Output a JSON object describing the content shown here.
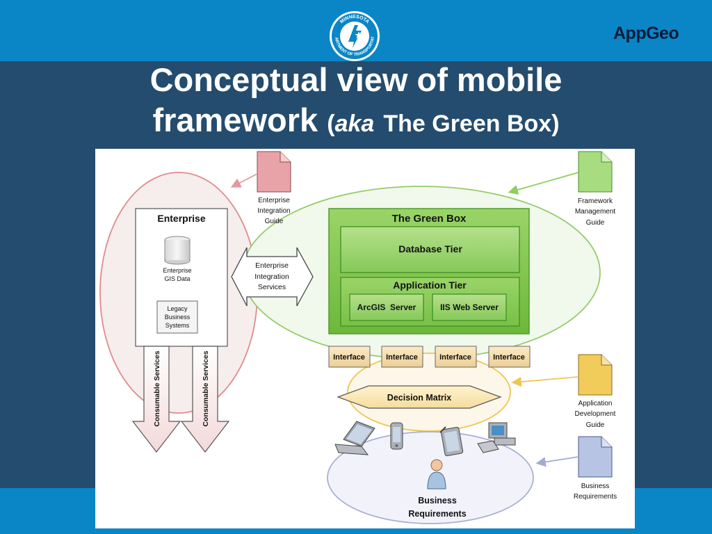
{
  "header": {
    "logo": "AppGeo",
    "seal": {
      "top_text": "MINNESOTA",
      "bottom_text": "DEPARTMENT OF TRANSPORTATION"
    }
  },
  "title": {
    "line1": "Conceptual view of mobile",
    "line2_main": "framework",
    "line2_open": "(",
    "line2_aka": "aka",
    "line2_rest": "The Green Box)"
  },
  "diagram": {
    "enterprise": {
      "title": "Enterprise",
      "gis_data": [
        "Enterprise",
        "GIS Data"
      ],
      "legacy": [
        "Legacy",
        "Business",
        "Systems"
      ],
      "consumable_1": "Consumable Services",
      "consumable_2": "Consumable Services"
    },
    "integration_services": [
      "Enterprise",
      "Integration",
      "Services"
    ],
    "green_box": {
      "title": "The Green Box",
      "database_tier": "Database Tier",
      "application_tier": "Application Tier",
      "arcgis": "ArcGIS  Server",
      "iis": "IIS Web Server"
    },
    "interfaces": [
      "Interface",
      "Interface",
      "Interface",
      "Interface"
    ],
    "decision_matrix": "Decision Matrix",
    "business_requirements_center": [
      "Business",
      "Requirements"
    ],
    "docs": {
      "enterprise_guide": [
        "Enterprise",
        "Integration",
        "Guide"
      ],
      "framework_guide": [
        "Framework",
        "Management",
        "Guide"
      ],
      "appdev_guide": [
        "Application",
        "Development",
        "Guide"
      ],
      "business_req": [
        "Business",
        "Requirements"
      ]
    },
    "colors": {
      "green": "#7cc44a",
      "red_doc": "#e8a3a8",
      "yellow_doc": "#f2cc5a",
      "blue_doc": "#b8c4e4"
    }
  }
}
